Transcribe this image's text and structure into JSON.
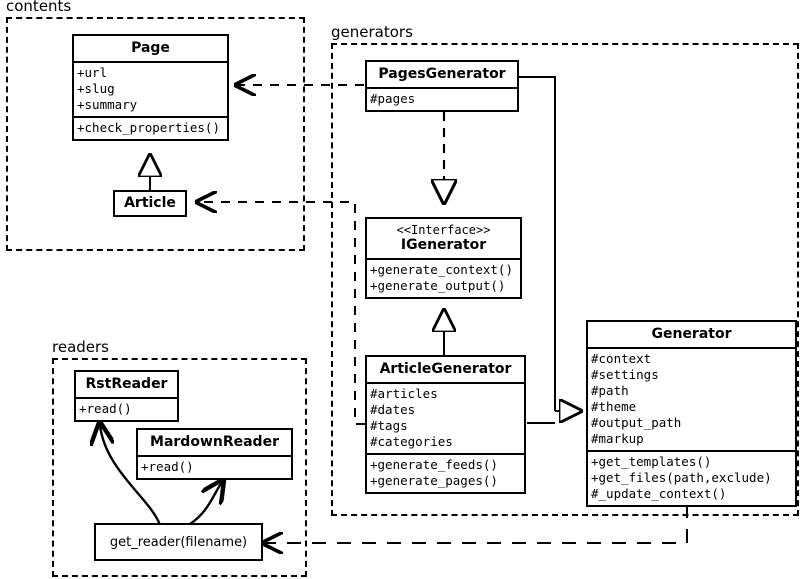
{
  "diagram": {
    "type": "uml-class-diagram",
    "packages": [
      {
        "id": "contents",
        "label": "contents"
      },
      {
        "id": "generators",
        "label": "generators"
      },
      {
        "id": "readers",
        "label": "readers"
      }
    ],
    "classes": [
      {
        "id": "page",
        "name": "Page",
        "package": "contents",
        "attributes": [
          "+url",
          "+slug",
          "+summary"
        ],
        "methods": [
          "+check_properties()"
        ]
      },
      {
        "id": "article",
        "name": "Article",
        "package": "contents",
        "attributes": [],
        "methods": []
      },
      {
        "id": "pages_generator",
        "name": "PagesGenerator",
        "package": "generators",
        "attributes": [
          "#pages"
        ],
        "methods": []
      },
      {
        "id": "igenerator",
        "name": "IGenerator",
        "stereotype": "<<Interface>>",
        "package": "generators",
        "attributes": [],
        "methods": [
          "+generate_context()",
          "+generate_output()"
        ]
      },
      {
        "id": "article_generator",
        "name": "ArticleGenerator",
        "package": "generators",
        "attributes": [
          "#articles",
          "#dates",
          "#tags",
          "#categories"
        ],
        "methods": [
          "+generate_feeds()",
          "+generate_pages()"
        ]
      },
      {
        "id": "generator",
        "name": "Generator",
        "package": "generators",
        "attributes": [
          "#context",
          "#settings",
          "#path",
          "#theme",
          "#output_path",
          "#markup"
        ],
        "methods": [
          "+get_templates()",
          "+get_files(path,exclude)",
          "#_update_context()"
        ]
      },
      {
        "id": "rst_reader",
        "name": "RstReader",
        "package": "readers",
        "attributes": [],
        "methods": [
          "+read()"
        ]
      },
      {
        "id": "mardown_reader",
        "name": "MardownReader",
        "package": "readers",
        "attributes": [],
        "methods": [
          "+read()"
        ]
      }
    ],
    "functions": [
      {
        "id": "get_reader",
        "label": "get_reader(filename)",
        "package": "readers"
      }
    ],
    "relationships": [
      {
        "from": "article",
        "to": "page",
        "type": "generalization"
      },
      {
        "from": "pages_generator",
        "to": "igenerator",
        "type": "realization"
      },
      {
        "from": "article_generator",
        "to": "igenerator",
        "type": "generalization"
      },
      {
        "from": "pages_generator",
        "to": "generator",
        "type": "generalization"
      },
      {
        "from": "article_generator",
        "to": "generator",
        "type": "generalization"
      },
      {
        "from": "pages_generator",
        "to": "page",
        "type": "dependency"
      },
      {
        "from": "article_generator",
        "to": "article",
        "type": "dependency"
      },
      {
        "from": "generator",
        "to": "get_reader",
        "type": "dependency"
      },
      {
        "from": "get_reader",
        "to": "rst_reader",
        "type": "returns"
      },
      {
        "from": "get_reader",
        "to": "mardown_reader",
        "type": "returns"
      }
    ]
  },
  "colors": {
    "stroke": "#000000",
    "fill": "#ffffff"
  }
}
